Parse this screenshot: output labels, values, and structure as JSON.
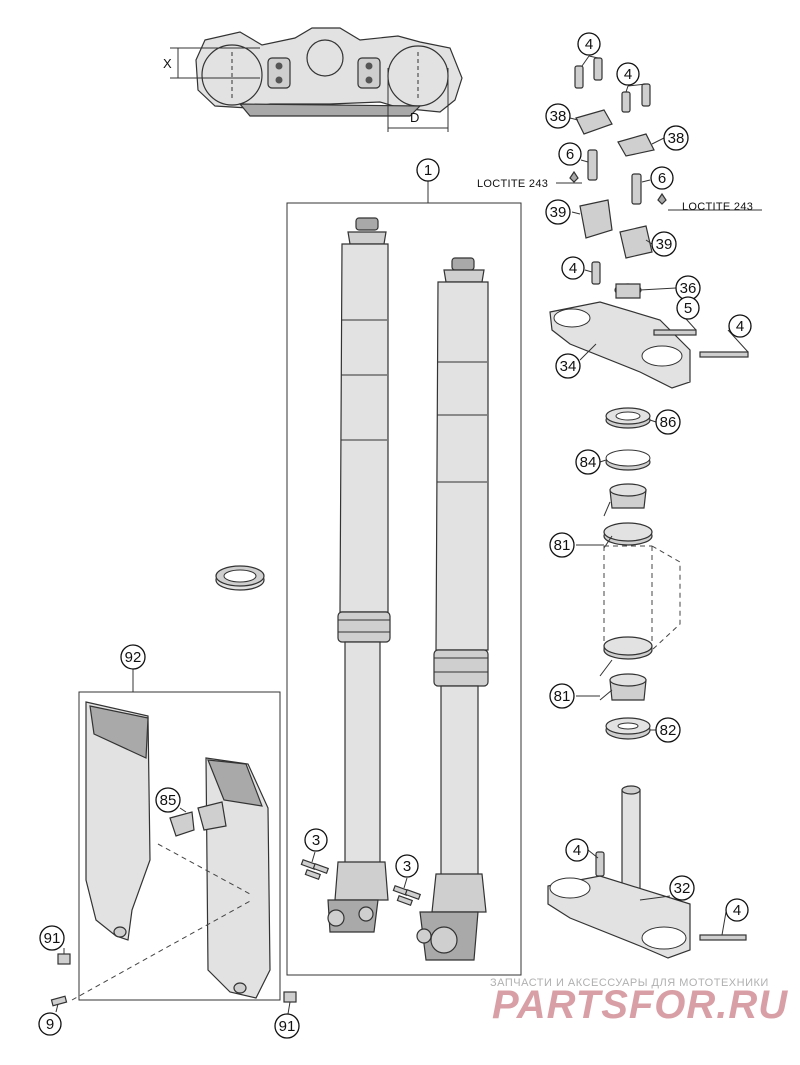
{
  "diagram": {
    "dimension_labels": {
      "x": "X",
      "d": "D"
    },
    "loctite_labels": [
      "LOCTITE 243",
      "LOCTITE 243"
    ],
    "callouts": [
      {
        "id": "c1",
        "label": "1"
      },
      {
        "id": "c2",
        "label": "4"
      },
      {
        "id": "c3",
        "label": "4"
      },
      {
        "id": "c4",
        "label": "38"
      },
      {
        "id": "c5",
        "label": "38"
      },
      {
        "id": "c6",
        "label": "6"
      },
      {
        "id": "c7",
        "label": "6"
      },
      {
        "id": "c8",
        "label": "39"
      },
      {
        "id": "c9",
        "label": "39"
      },
      {
        "id": "c10",
        "label": "4"
      },
      {
        "id": "c11",
        "label": "36"
      },
      {
        "id": "c12",
        "label": "5"
      },
      {
        "id": "c13",
        "label": "4"
      },
      {
        "id": "c14",
        "label": "34"
      },
      {
        "id": "c15",
        "label": "86"
      },
      {
        "id": "c16",
        "label": "84"
      },
      {
        "id": "c17",
        "label": "81"
      },
      {
        "id": "c18",
        "label": "81"
      },
      {
        "id": "c19",
        "label": "82"
      },
      {
        "id": "c20",
        "label": "92"
      },
      {
        "id": "c21",
        "label": "85"
      },
      {
        "id": "c22",
        "label": "3"
      },
      {
        "id": "c23",
        "label": "3"
      },
      {
        "id": "c24",
        "label": "4"
      },
      {
        "id": "c25",
        "label": "32"
      },
      {
        "id": "c26",
        "label": "4"
      },
      {
        "id": "c27",
        "label": "91"
      },
      {
        "id": "c28",
        "label": "9"
      },
      {
        "id": "c29",
        "label": "91"
      }
    ]
  },
  "watermark": {
    "caption": "ЗАПЧАСТИ И АКСЕССУАРЫ ДЛЯ МОТОТЕХНИКИ",
    "brand": "PARTSFOR.RU"
  }
}
